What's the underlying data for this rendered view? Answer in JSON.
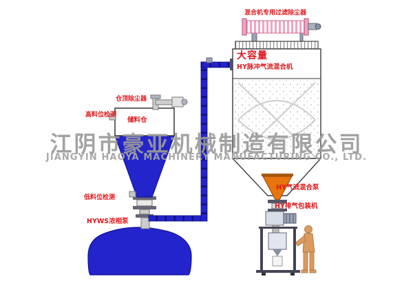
{
  "watermark": {
    "company_cn": "江阴市豪亚机械制造有限公司",
    "company_en": "JIANGYIN HAOYA MACHINERY MANUFACTURING CO., LTD."
  },
  "labels": {
    "mixer_filter": "混合机专用过滤除尘器",
    "large_capacity": "大容量",
    "pulse_mixer": "HY脉冲气流混合机",
    "silo_top_dust": "仓顶除尘器",
    "high_level": "高料位检测",
    "storage_silo": "储料仓",
    "low_level": "低料位检测",
    "dense_phase_pump": "HYWS浓相泵",
    "airflow_pump": "HY气流混合泵",
    "packing_machine": "HY排气包装机"
  },
  "palette": {
    "label_red": "#e0171c",
    "pipe_blue": "#2424cc",
    "vessel_blue": "#2424cc",
    "watermark_gray": "#9b9b9b",
    "filter_pink": "#f2a3c4",
    "cone_orange": "#e8740e",
    "person_tan": "#dc9a5e"
  }
}
